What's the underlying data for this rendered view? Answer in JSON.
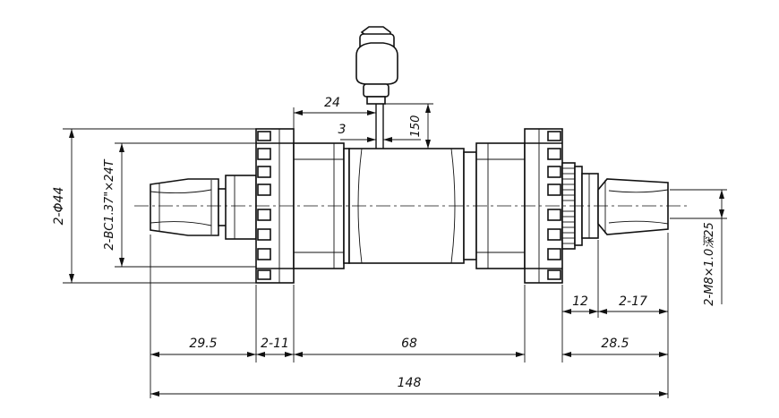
{
  "diagram": {
    "dimensions": {
      "left_end_length": "29.5",
      "left_ring_width": "2-11",
      "body_length": "68",
      "right_end_length": "28.5",
      "overall_length": "148",
      "right_ring_offset": "12",
      "right_thread_length": "2-17",
      "diameter": "2-Φ44",
      "left_thread_spec": "2-BC1.37\"×24T",
      "right_thread_spec": "2-M8×1.0深25",
      "cable_offset": "24",
      "cable_width": "3",
      "cable_height": "150"
    }
  }
}
